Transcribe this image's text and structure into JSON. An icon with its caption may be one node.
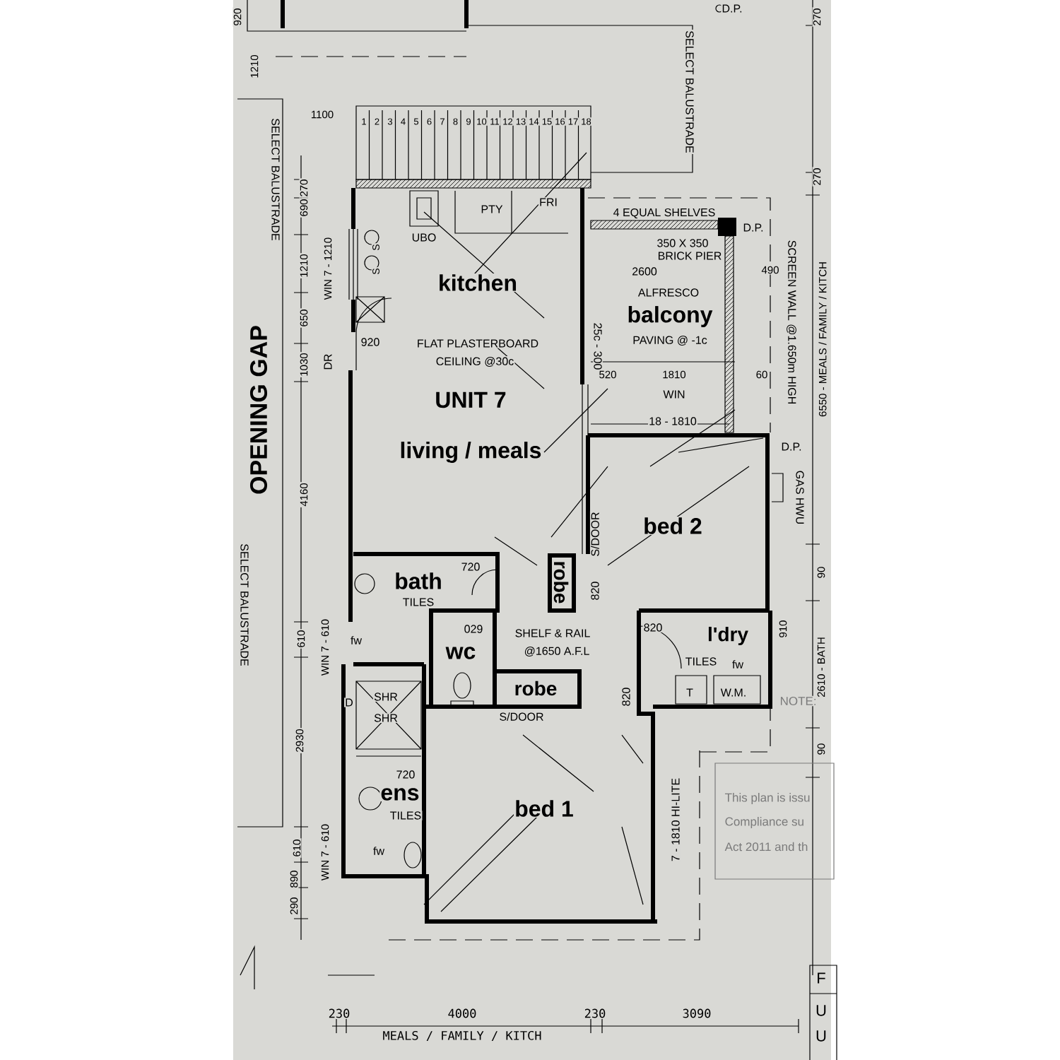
{
  "diagram": {
    "labels": [
      "920",
      "D.P.",
      "270",
      "1210",
      "SELECT BALUSTRADE",
      "1100",
      "1",
      "2",
      "3",
      "4",
      "5",
      "6",
      "7",
      "8",
      "9",
      "10",
      "11",
      "12",
      "13",
      "14",
      "15",
      "16",
      "17",
      "18",
      "SELECT BALUSTRADE",
      "270",
      "270",
      "690",
      "1210",
      "650",
      "PTY",
      "FRI",
      "4 EQUAL SHELVES",
      "D.P.",
      "UBO",
      "S",
      "S",
      "350 X 350",
      "BRICK PIER",
      "WIN 7 - 1210",
      "2600",
      "490",
      "kitchen",
      "ALFRESCO",
      "balcony",
      "1030",
      "DR",
      "920",
      "FLAT PLASTERBOARD",
      "PAVING @ -1c",
      "25c - 300",
      "SCREEN WALL @1.650m HIGH",
      "CEILING @30c",
      "6550 - MEALS / FAMILY / KITCH",
      "520",
      "1810",
      "60",
      "WIN",
      "UNIT 7",
      "OPENING GAP",
      "18 - 1810",
      "D.P.",
      "living / meals",
      "4160",
      "GAS HWU",
      "bed 2",
      "S/DOOR",
      "robe",
      "SELECT BALUSTRADE",
      "90",
      "bath",
      "720",
      "820",
      "TILES",
      "610",
      "WIN 7 - 610",
      "fw",
      "029",
      "SHELF & RAIL",
      "820",
      "l'dry",
      "910",
      "wc",
      "@1650 A.F.L",
      "TILES",
      "fw",
      "2610 - BATH",
      "T",
      "W.M.",
      "robe",
      "820",
      "D",
      "SHR",
      "SHR",
      "NOTE:",
      "S/DOOR",
      "90",
      "2930",
      "720",
      "ens",
      "TILES",
      "bed 1",
      "7 - 1810 HI-LITE",
      "This plan is issu",
      "Compliance su",
      "Act 2011 and th",
      "fw",
      "610",
      "WIN 7 - 610",
      "890",
      "290",
      "F",
      "U",
      "U",
      "230",
      "4000",
      "230",
      "3090",
      "MEALS / FAMILY / KITCH"
    ]
  }
}
